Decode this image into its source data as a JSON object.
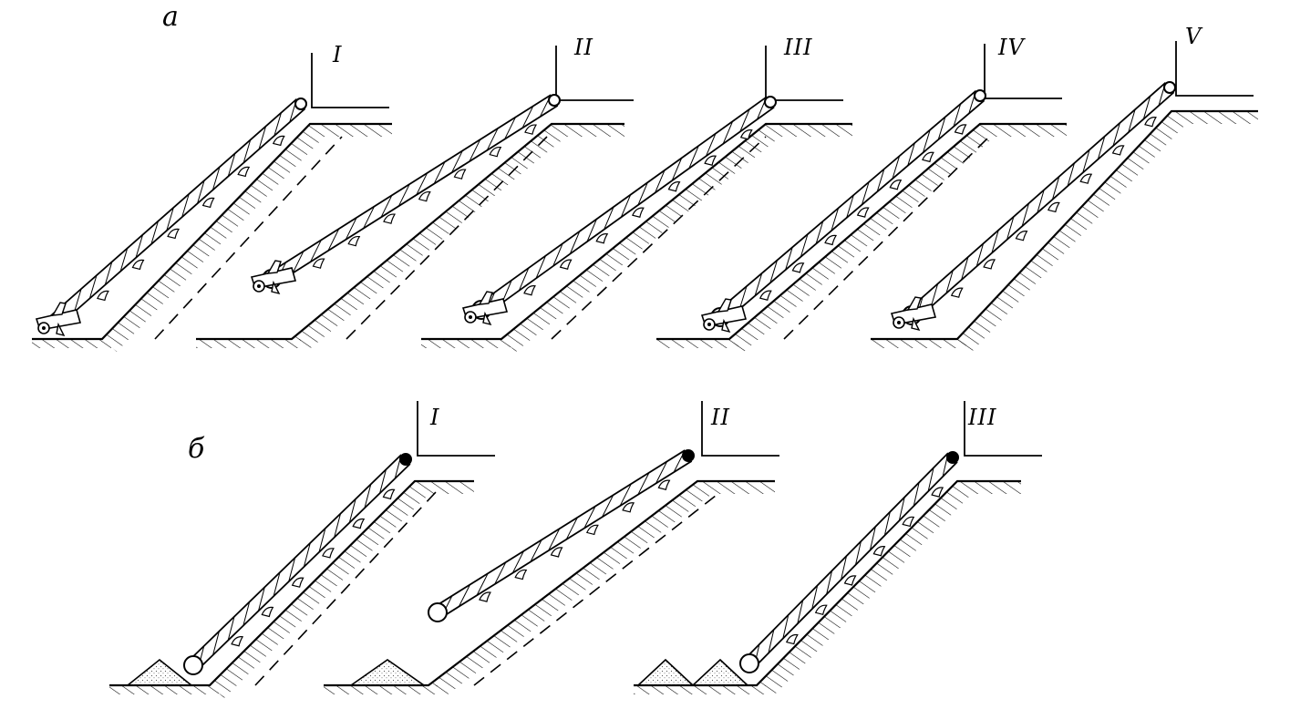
{
  "rows": [
    {
      "label": "а",
      "stages": [
        "I",
        "II",
        "III",
        "IV",
        "V"
      ]
    },
    {
      "label": "б",
      "stages": [
        "I",
        "II",
        "III"
      ]
    }
  ],
  "colors": {
    "ink": "#000000",
    "paper": "#ffffff",
    "stipple": "#555555"
  }
}
